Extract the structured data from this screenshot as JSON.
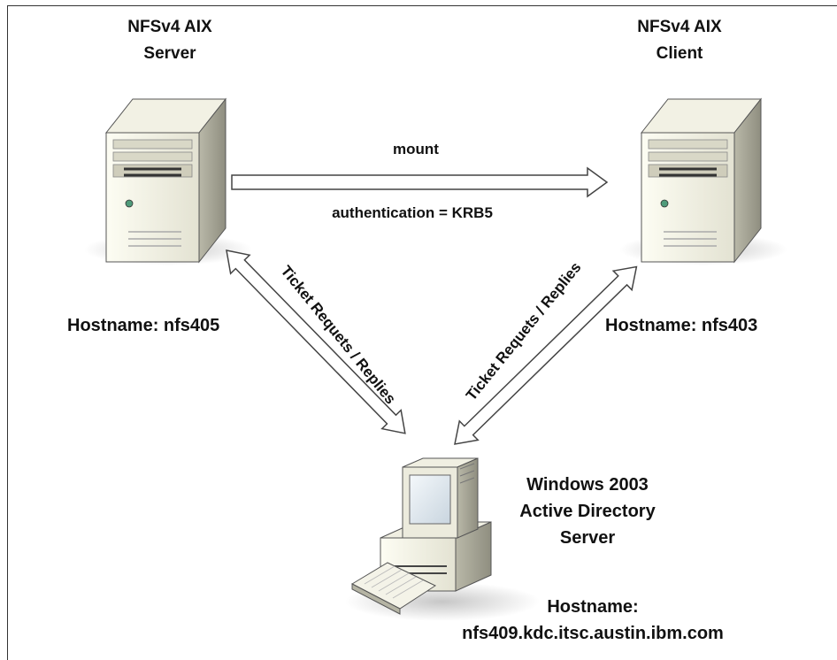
{
  "server": {
    "title_line1": "NFSv4 AIX",
    "title_line2": "Server",
    "hostname": "Hostname: nfs405"
  },
  "client": {
    "title_line1": "NFSv4 AIX",
    "title_line2": "Client",
    "hostname": "Hostname: nfs403"
  },
  "mount_arrow": {
    "label_top": "mount",
    "label_bottom": "authentication = KRB5"
  },
  "left_link": {
    "label": "Ticket Requets / Replies"
  },
  "right_link": {
    "label": "Ticket Requets / Replies"
  },
  "kdc": {
    "title_line1": "Windows 2003",
    "title_line2": "Active Directory",
    "title_line3": "Server",
    "hostname_line1": "Hostname:",
    "hostname_line2": "nfs409.kdc.itsc.austin.ibm.com"
  },
  "icons": [
    "server-tower-icon",
    "server-tower-icon",
    "desktop-computer-icon"
  ]
}
